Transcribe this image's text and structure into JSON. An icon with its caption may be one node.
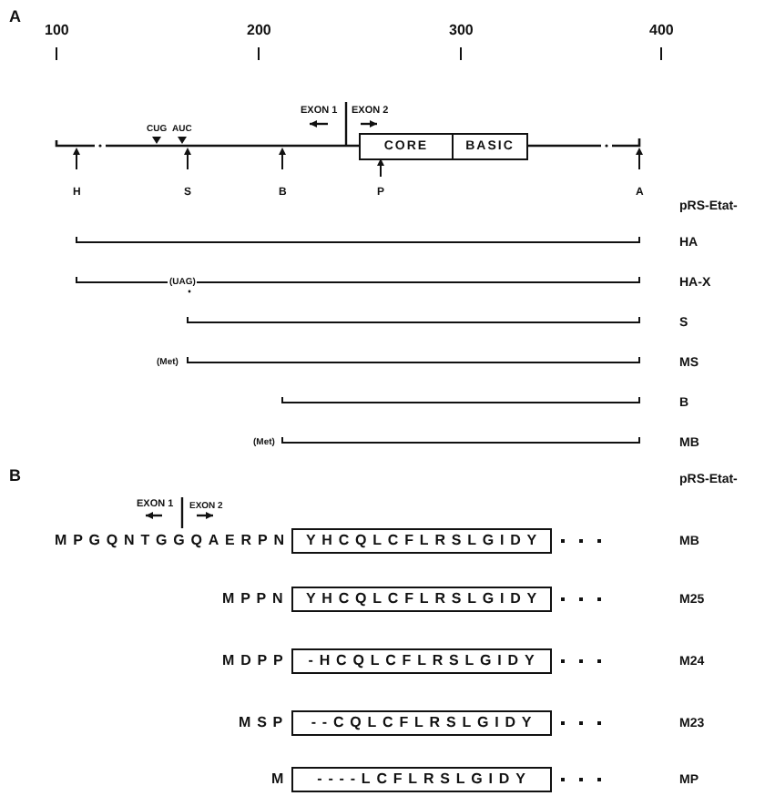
{
  "diagram": {
    "nodes": [
      {
        "text": [
          "CORE"
        ]
      },
      {
        "text": [
          "BASIC"
        ]
      },
      {
        "text": [
          "YHCQLCFLRSLGIDY"
        ]
      },
      {
        "text": [
          "YHCQLCFLRSLGIDY"
        ]
      },
      {
        "text": [
          "-HCQLCFLRSLGIDY"
        ]
      },
      {
        "text": [
          "--CQLCFLRSLGIDY"
        ]
      },
      {
        "text": [
          "----LCFLRSLGIDY"
        ]
      }
    ],
    "edges": [],
    "labels": [
      "A",
      "100",
      "200",
      "300",
      "400",
      "EXON 1",
      "EXON 2",
      "CUG",
      "AUC",
      "H",
      "S",
      "B",
      "P",
      "A",
      "pRS-Etat-",
      "HA",
      "(UAG)",
      "HA-X",
      "S",
      "(Met)",
      "MS",
      "B",
      "(Met)",
      "MB",
      "B",
      "pRS-Etat-",
      "EXON 1",
      "EXON 2",
      "MPGQNTGGQAERPN",
      "MB",
      "MPPN",
      "M25",
      "MDPP",
      "M24",
      "MSP",
      "M23",
      "M",
      "MP"
    ]
  }
}
